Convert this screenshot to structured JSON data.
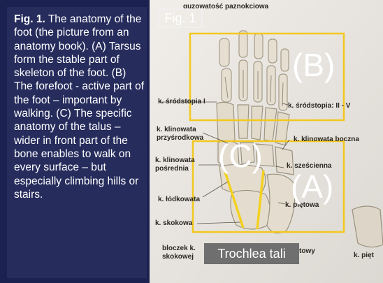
{
  "caption": {
    "lead": "Fig. 1.",
    "text": " The anatomy of the foot (the picture from an anatomy book). (A) Tarsus form the stable part of skeleton of the foot. (B) The forefoot - active part of the foot – important by walking. (C) The specific anatomy of the talus – wider in front part of the bone enables to walk on every surface – but especially climbing hills or stairs."
  },
  "figure": {
    "tag": "Fig. 1",
    "region_labels": {
      "a": "(A)",
      "b": "(B)",
      "c": "(C)"
    },
    "trochlea_label": "Trochlea tali",
    "book_labels": {
      "paznokciowa": "guzowatość paznokciowa",
      "srodstopia_1": "k. śródstopia I",
      "srodstopia_2_5": "k. śródstopia: II - V",
      "klinowata_przysrodkowa_1": "k. klinowata",
      "klinowata_przysrodkowa_2": "przyśrodkowa",
      "klinowata_boczna": "k. klinowata boczna",
      "klinowata_posrednia_1": "k. klinowata",
      "klinowata_posrednia_2": "pośrednia",
      "szescienna": "k. sześcienna",
      "lodkowata": "k. łódkowata",
      "pietowa": "k. piętowa",
      "skokowa": "k. skokowa",
      "bloczek_1": "bloczek k.",
      "bloczek_2": "skokowej",
      "towy": "towy",
      "pietowa_right": "k. pięt"
    }
  },
  "colors": {
    "panel_bg": "#262c5c",
    "frame_yellow": "#f2c81e",
    "talus_line": "#f4d020",
    "trochlea_bg": "#6f6f6f"
  }
}
